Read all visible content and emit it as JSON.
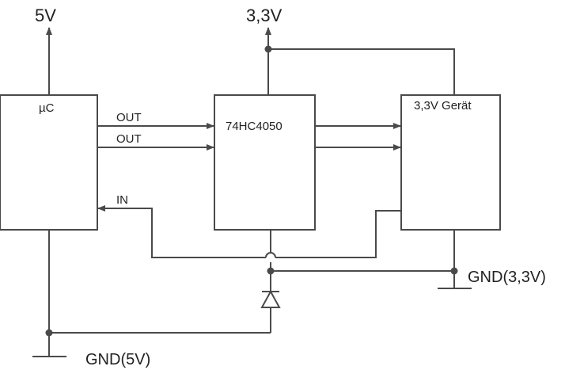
{
  "supplies": {
    "v5": "5V",
    "v33": "3,3V"
  },
  "blocks": {
    "uc": "µC",
    "buffer": "74HC4050",
    "device": "3,3V Gerät"
  },
  "signals": {
    "out1": "OUT",
    "out2": "OUT",
    "in": "IN"
  },
  "grounds": {
    "gnd5": "GND(5V)",
    "gnd33": "GND(3,3V)"
  },
  "colors": {
    "wire": "#4a4a4a",
    "text": "#222222"
  }
}
